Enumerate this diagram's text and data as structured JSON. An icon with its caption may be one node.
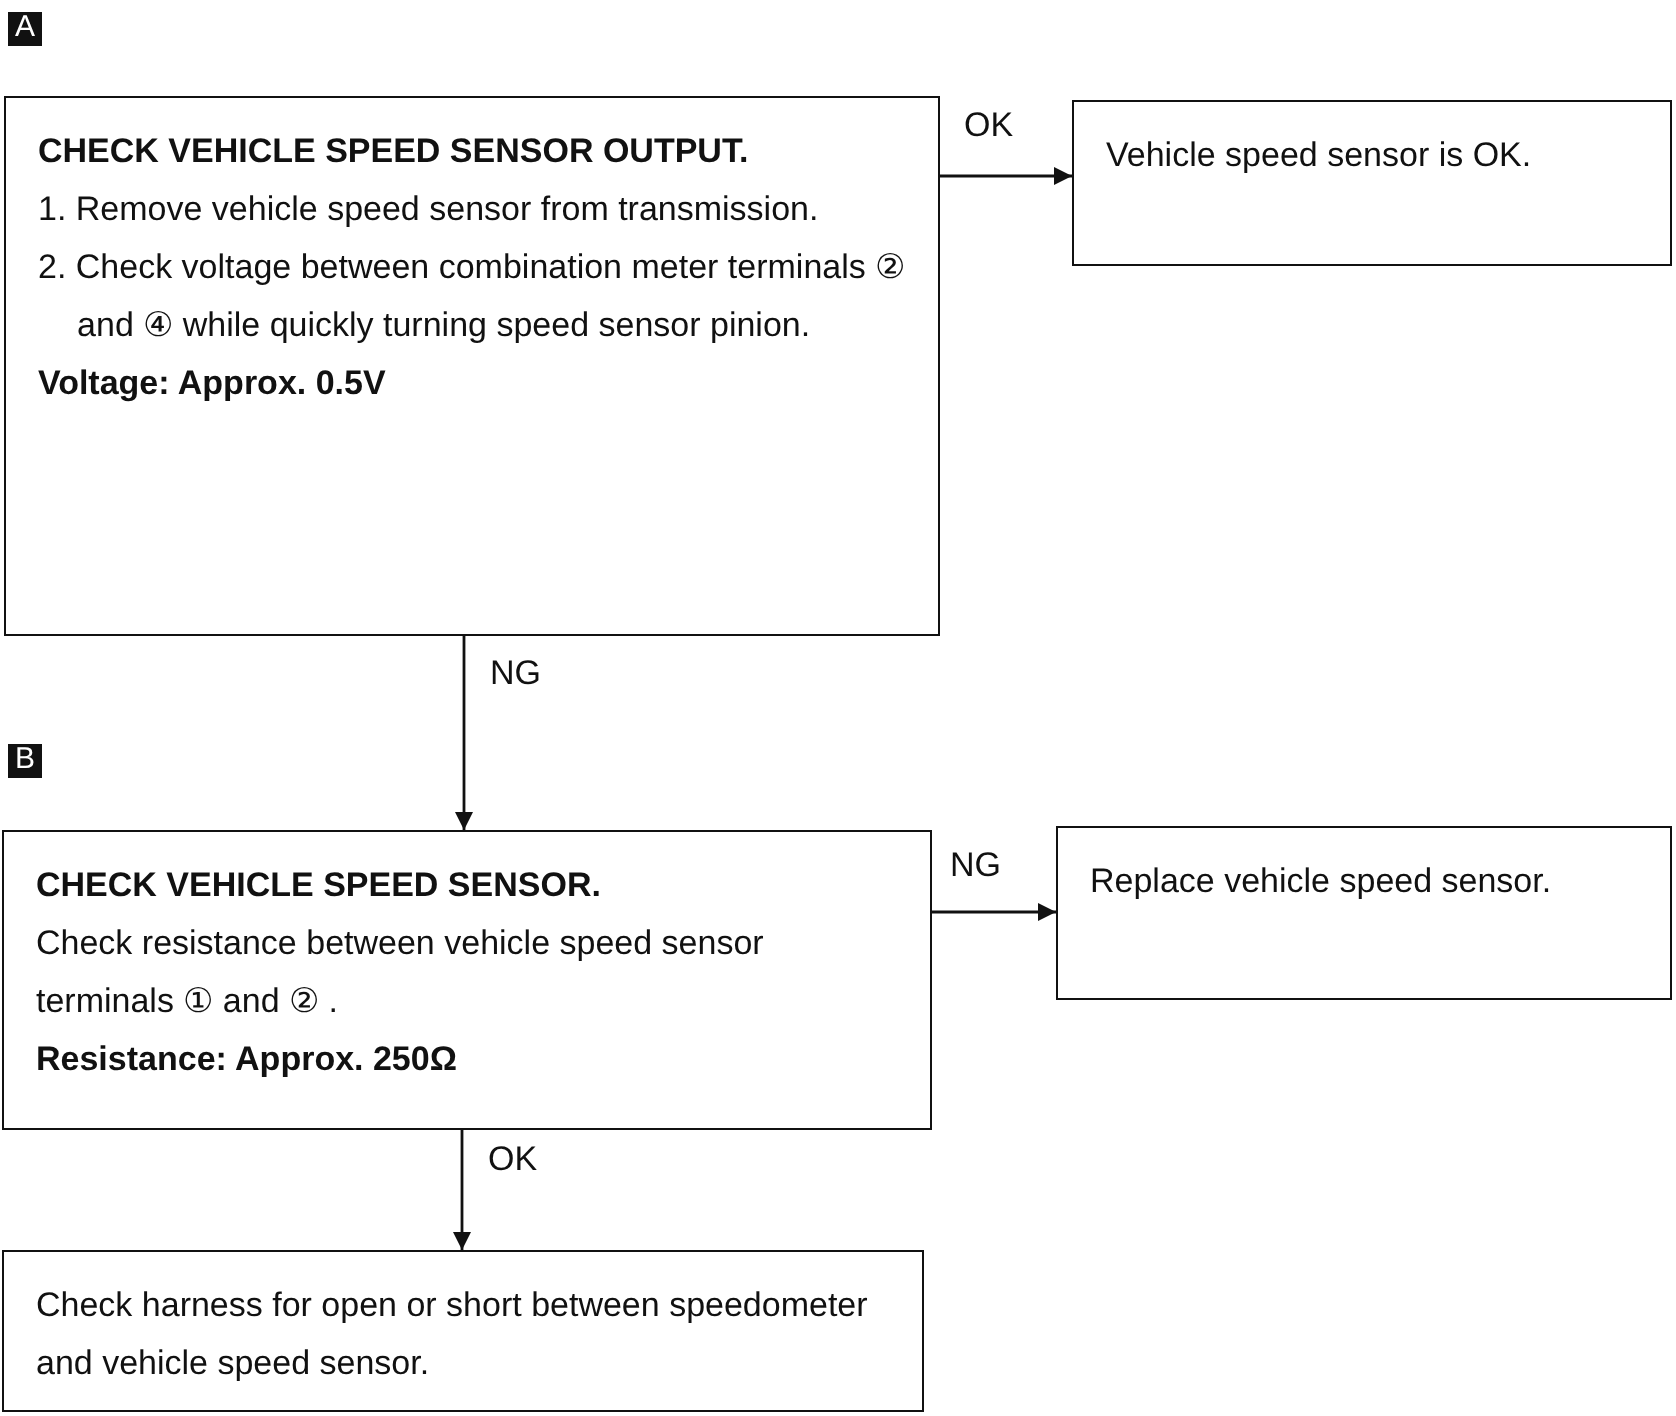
{
  "diagram": {
    "nodes": [
      {
        "text": [
          "CHECK VEHICLE SPEED SENSOR OUTPUT.",
          "1. Remove vehicle speed sensor from transmission.",
          "2. Check voltage between combination meter terminals ② and ④ while quickly turning speed sensor pinion.",
          "Voltage: Approx. 0.5V"
        ]
      },
      {
        "text": [
          "Vehicle speed sensor is OK."
        ]
      },
      {
        "text": [
          "CHECK VEHICLE SPEED SENSOR.",
          "Check resistance between vehicle speed sensor terminals ① and ② .",
          "Resistance: Approx. 250Ω"
        ]
      },
      {
        "text": [
          "Replace vehicle speed sensor."
        ]
      },
      {
        "text": [
          "Check harness for open or short between speedometer and vehicle speed sensor."
        ]
      }
    ],
    "edges": [
      {
        "from": 0,
        "to": 1,
        "arrow": "to",
        "label": "OK"
      },
      {
        "from": 0,
        "to": 2,
        "arrow": "to",
        "label": "NG"
      },
      {
        "from": 2,
        "to": 3,
        "arrow": "to",
        "label": "NG"
      },
      {
        "from": 2,
        "to": 4,
        "arrow": "to",
        "label": "OK"
      }
    ],
    "labels": [
      "A",
      "B"
    ]
  }
}
